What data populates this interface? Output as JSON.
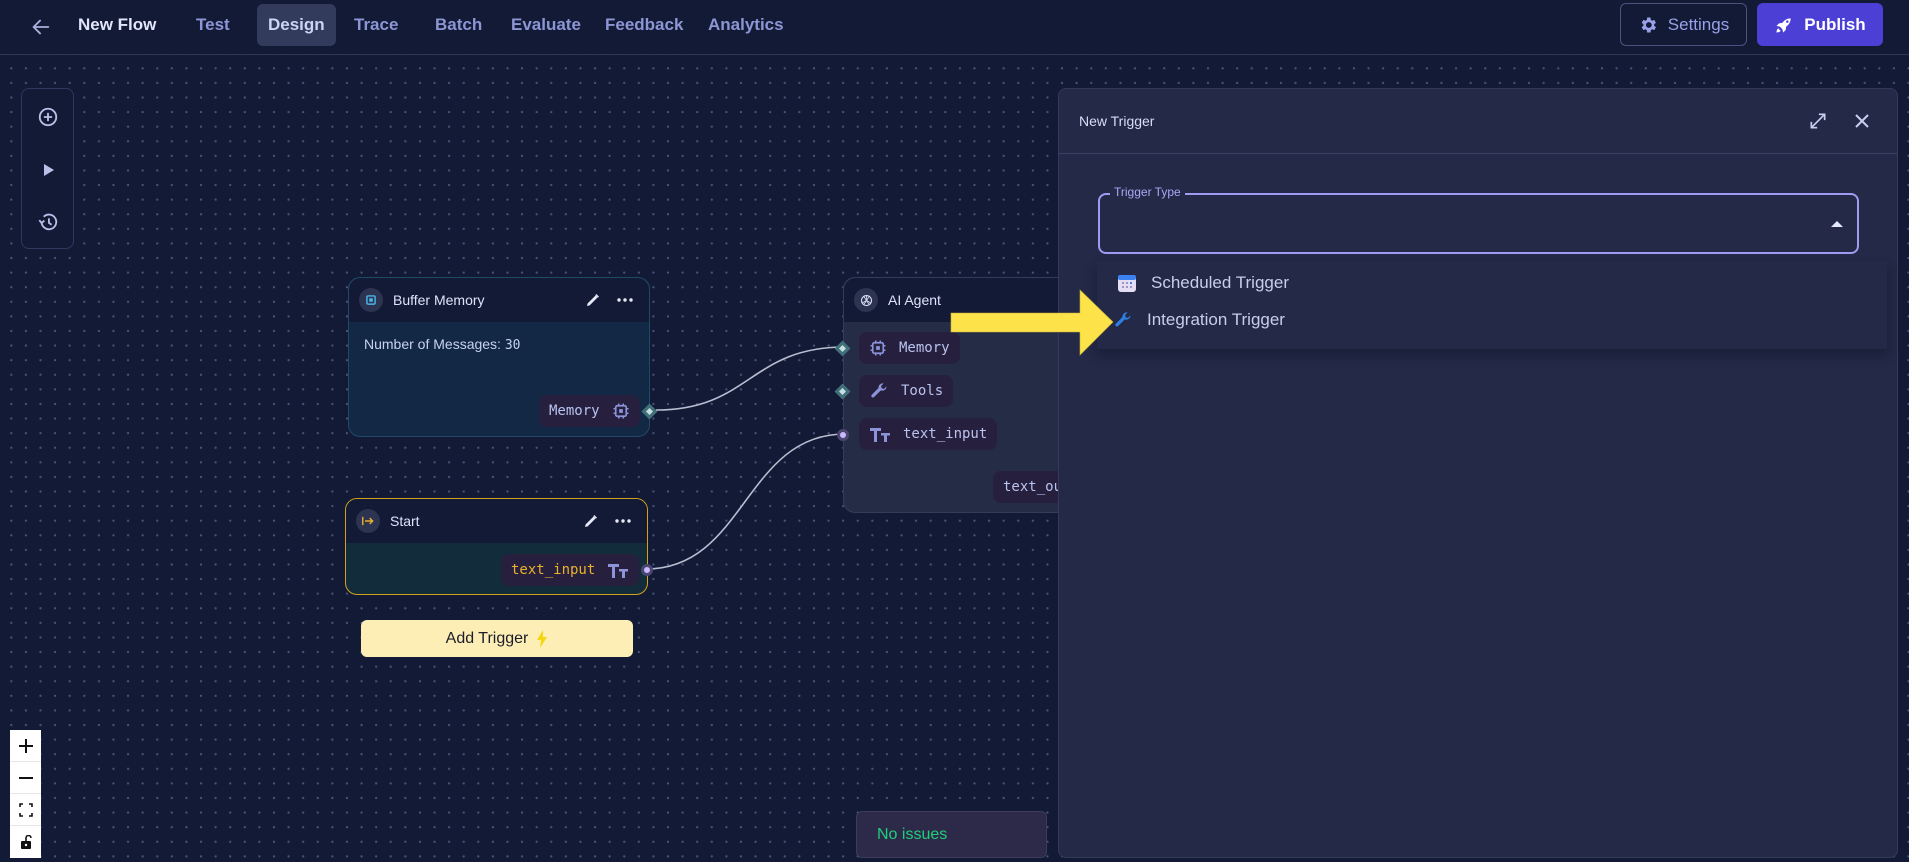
{
  "header": {
    "back_icon": "arrow-left-icon",
    "flow_title": "New Flow",
    "tabs": [
      {
        "label": "Test",
        "active": false
      },
      {
        "label": "Design",
        "active": true
      },
      {
        "label": "Trace",
        "active": false
      },
      {
        "label": "Batch",
        "active": false
      },
      {
        "label": "Evaluate",
        "active": false
      },
      {
        "label": "Feedback",
        "active": false
      },
      {
        "label": "Analytics",
        "active": false
      }
    ],
    "settings_label": "Settings",
    "settings_icon": "gear-icon",
    "publish_label": "Publish",
    "publish_icon": "rocket-icon"
  },
  "left_toolbar": {
    "items": [
      {
        "icon": "add-circle-icon",
        "name": "add-node"
      },
      {
        "icon": "play-icon",
        "name": "run-flow"
      },
      {
        "icon": "history-icon",
        "name": "history"
      }
    ]
  },
  "nodes": {
    "buffer_memory": {
      "title": "Buffer Memory",
      "icon": "chip-icon",
      "param_label": "Number of Messages:",
      "param_value": "30",
      "output_port": "Memory"
    },
    "start": {
      "title": "Start",
      "icon": "start-arrow-icon",
      "output_port": "text_input"
    },
    "ai_agent": {
      "title": "AI Agent",
      "icon": "openai-icon",
      "input_ports": [
        "Memory",
        "Tools",
        "text_input"
      ],
      "output_port": "text_ou"
    }
  },
  "add_trigger": {
    "label": "Add Trigger",
    "icon": "lightning-icon"
  },
  "panel": {
    "title": "New Trigger",
    "expand_icon": "expand-icon",
    "close_icon": "close-icon",
    "field_label": "Trigger Type",
    "field_value": "",
    "options": [
      {
        "label": "Scheduled Trigger",
        "icon": "calendar-icon"
      },
      {
        "label": "Integration Trigger",
        "icon": "wrench-icon"
      }
    ]
  },
  "zoom_controls": {
    "items": [
      "zoom-in",
      "zoom-out",
      "fit-view",
      "toggle-lock"
    ]
  },
  "status": {
    "issues_text": "No issues"
  },
  "colors": {
    "background": "#121a36",
    "accent_publish": "#4b3fd6",
    "start_border": "#d3a21c",
    "issues_green": "#1fcf7b",
    "annotation_arrow": "#fde24a",
    "select_border": "#9c9df2"
  }
}
